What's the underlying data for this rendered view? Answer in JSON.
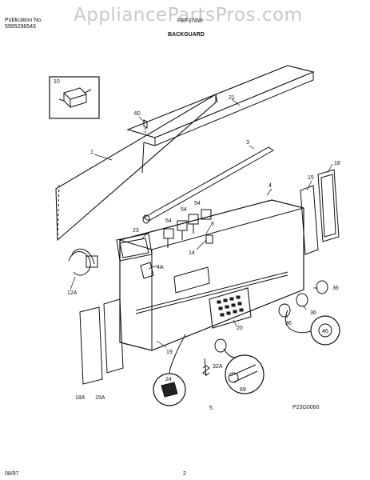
{
  "header": {
    "publication_label": "Publication No.",
    "publication_number": "5995298543",
    "model": "FEF378W",
    "section_title": "BACKGUARD",
    "watermark": "AppliancePartsPros.com"
  },
  "footer": {
    "date": "08/97",
    "page": "2",
    "diagram_code": "P23G0060"
  },
  "callouts": [
    "10",
    "60",
    "21",
    "1",
    "3",
    "15",
    "18",
    "4",
    "54",
    "54",
    "54",
    "8",
    "23",
    "14",
    "12A",
    "4A",
    "36",
    "36",
    "36",
    "46",
    "20",
    "19",
    "32A",
    "24",
    "69",
    "5",
    "18A",
    "15A"
  ]
}
